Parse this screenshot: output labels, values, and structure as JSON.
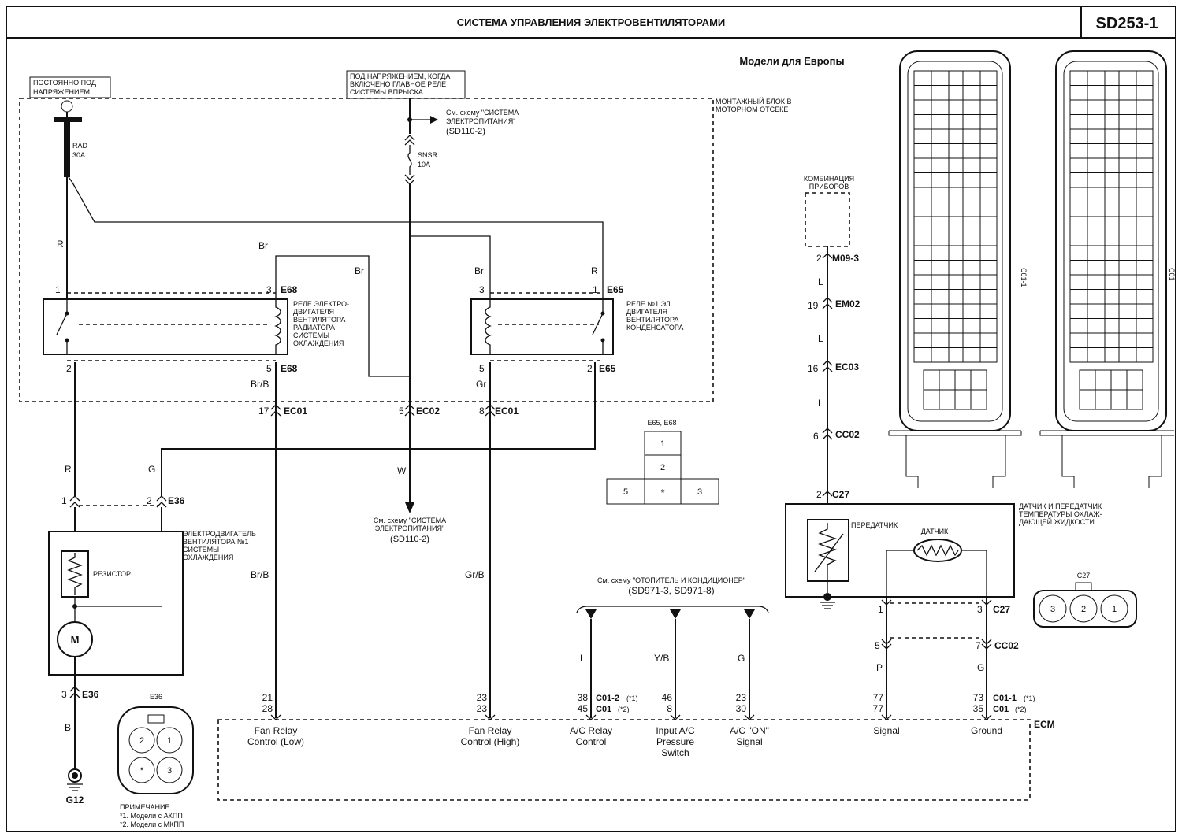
{
  "header": {
    "title": "СИСТЕМА УПРАВЛЕНИЯ ЭЛЕКТРОВЕНТИЛЯТОРАМИ",
    "code": "SD253-1"
  },
  "models_label": "Модели для Европы",
  "power": {
    "always_l1": "ПОСТОЯННО ПОД",
    "always_l2": "НАПРЯЖЕНИЕМ",
    "ign_l1": "ПОД НАПРЯЖЕНИЕМ, КОГДА",
    "ign_l2": "ВКЛЮЧЕНО ГЛАВНОЕ РЕЛЕ",
    "ign_l3": "СИСТЕМЫ ВПРЫСКА"
  },
  "junction_box": {
    "l1": "МОНТАЖНЫЙ БЛОК В",
    "l2": "МОТОРНОМ ОТСЕКЕ"
  },
  "ref_top": {
    "l1": "См. схему \"СИСТЕМА",
    "l2": "ЭЛЕКТРОПИТАНИЯ\"",
    "l3": "(SD110-2)"
  },
  "ref_mid": {
    "l1": "См. схему \"СИСТЕМА",
    "l2": "ЭЛЕКТРОПИТАНИЯ\"",
    "l3": "(SD110-2)"
  },
  "ref_hvac": {
    "l1": "См. схему \"ОТОПИТЕЛЬ И КОНДИЦИОНЕР\"",
    "l2": "(SD971-3, SD971-8)"
  },
  "fuses": {
    "rad_name": "RAD",
    "rad_amp": "30A",
    "snsr_name": "SNSR",
    "snsr_amp": "10A"
  },
  "relay1": {
    "l1": "РЕЛЕ ЭЛЕКТРО-",
    "l2": "ДВИГАТЕЛЯ",
    "l3": "ВЕНТИЛЯТОРА",
    "l4": "РАДИАТОРА",
    "l5": "СИСТЕМЫ",
    "l6": "ОХЛАЖДЕНИЯ",
    "conn": "E68",
    "pin1": "1",
    "pin3": "3",
    "pin2": "2",
    "pin5": "5"
  },
  "relay2": {
    "l1": "РЕЛЕ №1 ЭЛ",
    "l2": "ДВИГАТЕЛЯ",
    "l3": "ВЕНТИЛЯТОРА",
    "l4": "КОНДЕНСАТОРА",
    "conn": "E65",
    "pin1": "1",
    "pin3": "3",
    "pin2": "2",
    "pin5": "5"
  },
  "wires": {
    "R": "R",
    "Br": "Br",
    "BrB": "Br/B",
    "Gr": "Gr",
    "GrB": "Gr/B",
    "G": "G",
    "W": "W",
    "B": "B",
    "L": "L",
    "YB": "Y/B",
    "P": "P"
  },
  "connectors": {
    "EC01": "EC01",
    "EC02": "EC02",
    "E36": "E36",
    "M09_3": "M09-3",
    "EM02": "EM02",
    "EC03": "EC03",
    "CC02": "CC02",
    "C27": "C27",
    "C01_2": "C01-2",
    "C01": "C01",
    "C01_1": "C01-1",
    "G12": "G12",
    "note1": "(*1)",
    "note2": "(*2)",
    "p17": "17",
    "p5": "5",
    "p8": "8",
    "p1": "1",
    "p2": "2",
    "p3": "3",
    "p19": "19",
    "p16": "16",
    "p6": "6",
    "p7": "7"
  },
  "motor": {
    "l1": "ЭЛЕКТРОДВИГАТЕЛЬ",
    "l2": "ВЕНТИЛЯТОРА №1",
    "l3": "СИСТЕМЫ",
    "l4": "ОХЛАЖДЕНИЯ",
    "resistor": "РЕЗИСТОР",
    "m": "M"
  },
  "cluster": {
    "l1": "КОМБИНАЦИЯ",
    "l2": "ПРИБОРОВ"
  },
  "sensor": {
    "l1": "ДАТЧИК И ПЕРЕДАТЧИК",
    "l2": "ТЕМПЕРАТУРЫ ОХЛАЖ-",
    "l3": "ДАЮЩЕЙ ЖИДКОСТИ",
    "sender": "ПЕРЕДАТЧИК",
    "sensor": "ДАТЧИК"
  },
  "ecm": {
    "label": "ECM",
    "pins": [
      {
        "a": "21",
        "b": "28",
        "l1": "Fan Relay",
        "l2": "Control (Low)",
        "l3": ""
      },
      {
        "a": "23",
        "b": "23",
        "l1": "Fan Relay",
        "l2": "Control (High)",
        "l3": ""
      },
      {
        "a": "38",
        "b": "45",
        "l1": "A/C Relay",
        "l2": "Control",
        "l3": ""
      },
      {
        "a": "46",
        "b": "8",
        "l1": "Input A/C",
        "l2": "Pressure",
        "l3": "Switch"
      },
      {
        "a": "23",
        "b": "30",
        "l1": "A/C \"ON\"",
        "l2": "Signal",
        "l3": ""
      },
      {
        "a": "77",
        "b": "77",
        "l1": "Signal",
        "l2": "",
        "l3": ""
      },
      {
        "a": "73",
        "b": "35",
        "l1": "Ground",
        "l2": "",
        "l3": ""
      }
    ]
  },
  "views": {
    "e65_e68_title": "E65, E68",
    "e65_cells": [
      "1",
      "2",
      "5",
      "*",
      "3"
    ],
    "e36_title": "E36",
    "e36_cells": [
      "2",
      "1",
      "*",
      "3"
    ],
    "c27_title": "C27",
    "c27_cells": [
      "3",
      "2",
      "1"
    ],
    "c01_1_label": "C01-1",
    "c01_label": "C01"
  },
  "note": {
    "title": "ПРИМЕЧАНИЕ:",
    "n1": "*1. Модели с АКПП",
    "n2": "*2. Модели с МКПП"
  }
}
